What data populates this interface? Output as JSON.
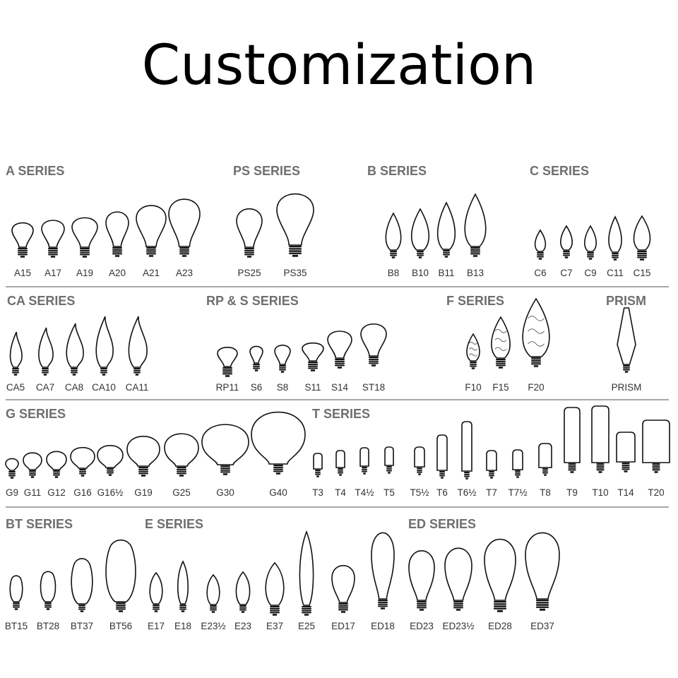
{
  "title": "Customization",
  "series": [
    {
      "name": "A SERIES",
      "bulbs": [
        "A15",
        "A17",
        "A19",
        "A20",
        "A21",
        "A23"
      ]
    },
    {
      "name": "PS SERIES",
      "bulbs": [
        "PS25",
        "PS35"
      ]
    },
    {
      "name": "B SERIES",
      "bulbs": [
        "B8",
        "B10",
        "B11",
        "B13"
      ]
    },
    {
      "name": "C SERIES",
      "bulbs": [
        "C6",
        "C7",
        "C9",
        "C11",
        "C15"
      ]
    },
    {
      "name": "CA SERIES",
      "bulbs": [
        "CA5",
        "CA7",
        "CA8",
        "CA10",
        "CA11"
      ]
    },
    {
      "name": "RP & S SERIES",
      "bulbs": [
        "RP11",
        "S6",
        "S8",
        "S11",
        "S14",
        "ST18"
      ]
    },
    {
      "name": "F SERIES",
      "bulbs": [
        "F10",
        "F15",
        "F20"
      ]
    },
    {
      "name": "PRISM",
      "bulbs": [
        "PRISM"
      ]
    },
    {
      "name": "G SERIES",
      "bulbs": [
        "G9",
        "G11",
        "G12",
        "G16",
        "G16½",
        "G19",
        "G25",
        "G30",
        "G40"
      ]
    },
    {
      "name": "T SERIES",
      "bulbs": [
        "T3",
        "T4",
        "T4½",
        "T5",
        "T5½",
        "T6",
        "T6½",
        "T7",
        "T7½",
        "T8",
        "T9",
        "T10",
        "T14",
        "T20"
      ]
    },
    {
      "name": "BT SERIES",
      "bulbs": [
        "BT15",
        "BT28",
        "BT37",
        "BT56"
      ]
    },
    {
      "name": "E SERIES",
      "bulbs": [
        "E17",
        "E18",
        "E23½",
        "E23",
        "E37",
        "E25"
      ]
    },
    {
      "name": "ED SERIES",
      "bulbs": [
        "ED17",
        "ED18",
        "ED23",
        "ED23½",
        "ED28",
        "ED37"
      ]
    }
  ]
}
